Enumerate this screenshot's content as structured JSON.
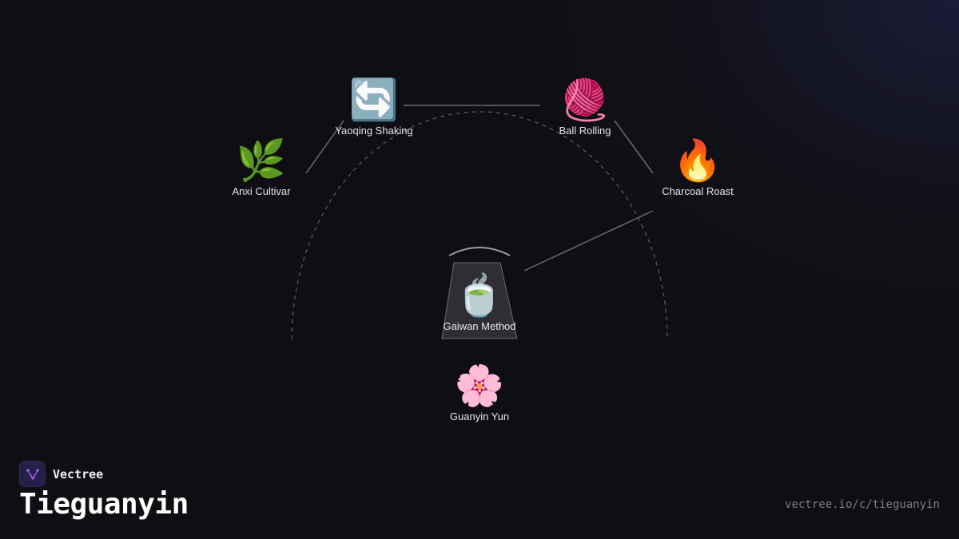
{
  "diagram": {
    "nodes": [
      {
        "id": "anxi",
        "emoji": "🌿",
        "label": "Anxi Cultivar"
      },
      {
        "id": "yaoqing",
        "emoji": "🔄",
        "label": "Yaoqing Shaking"
      },
      {
        "id": "ball",
        "emoji": "🧶",
        "label": "Ball Rolling"
      },
      {
        "id": "charcoal",
        "emoji": "🔥",
        "label": "Charcoal Roast"
      },
      {
        "id": "gaiwan",
        "emoji": "🍵",
        "label": "Gaiwan Method"
      },
      {
        "id": "guanyin",
        "emoji": "🌸",
        "label": "Guanyin Yun"
      }
    ]
  },
  "footer": {
    "brand": "Vectree",
    "title": "Tieguanyin",
    "url": "vectree.io/c/tieguanyin"
  },
  "colors": {
    "background": "#0f0f13",
    "connector": "#6a6a72",
    "logo_bg": "#24204a",
    "logo_accent": "#8b3fd1"
  }
}
